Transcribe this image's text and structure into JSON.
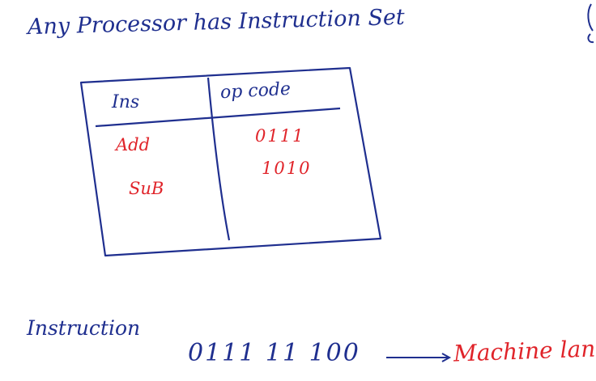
{
  "heading": "Any Processor has Instruction Set",
  "table": {
    "headers": [
      "Ins",
      "op code"
    ],
    "rows": [
      {
        "ins": "Add",
        "opcode": "0111"
      },
      {
        "ins": "SuB",
        "opcode": "1010"
      }
    ]
  },
  "instruction_label": "Instruction",
  "binary": "0111 11 100",
  "machine_label": "Machine language",
  "colors": {
    "ink_blue": "#1f2f8f",
    "ink_red": "#e0242a"
  }
}
